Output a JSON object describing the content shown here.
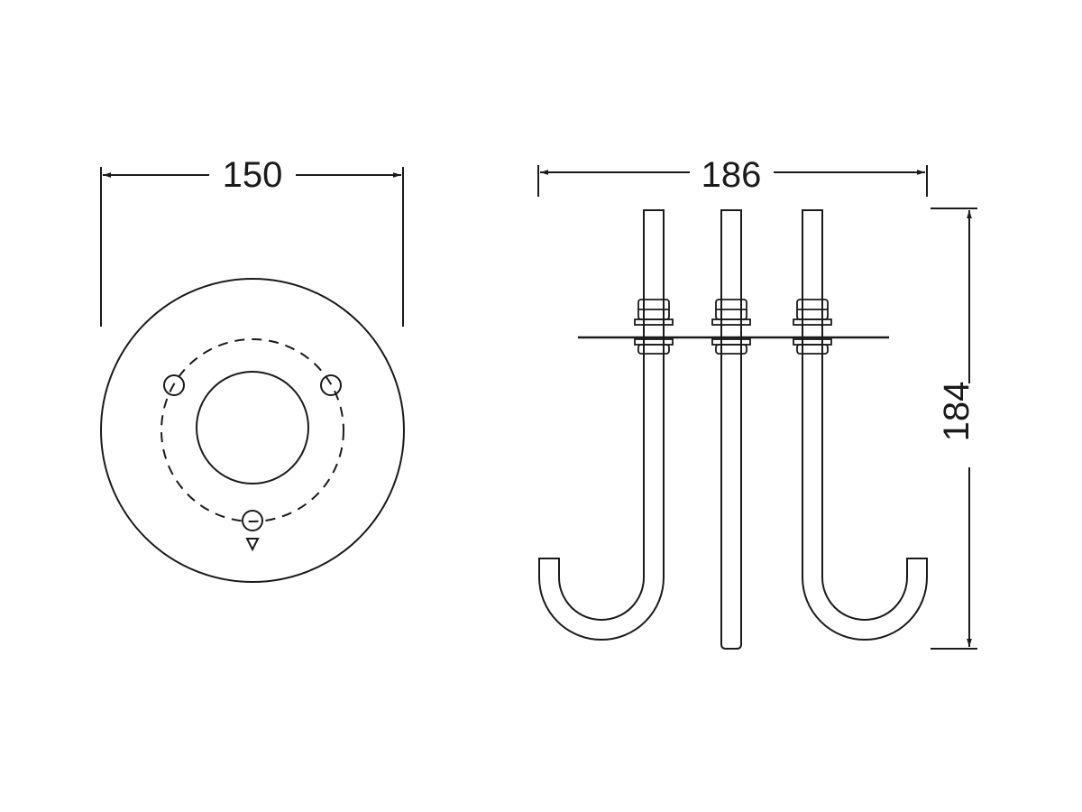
{
  "diagram": {
    "colors": {
      "line": "#1a1a1a",
      "background": "#ffffff"
    },
    "front_view": {
      "dimension_width": "150"
    },
    "side_view": {
      "dimension_width": "186",
      "dimension_height": "184"
    }
  }
}
